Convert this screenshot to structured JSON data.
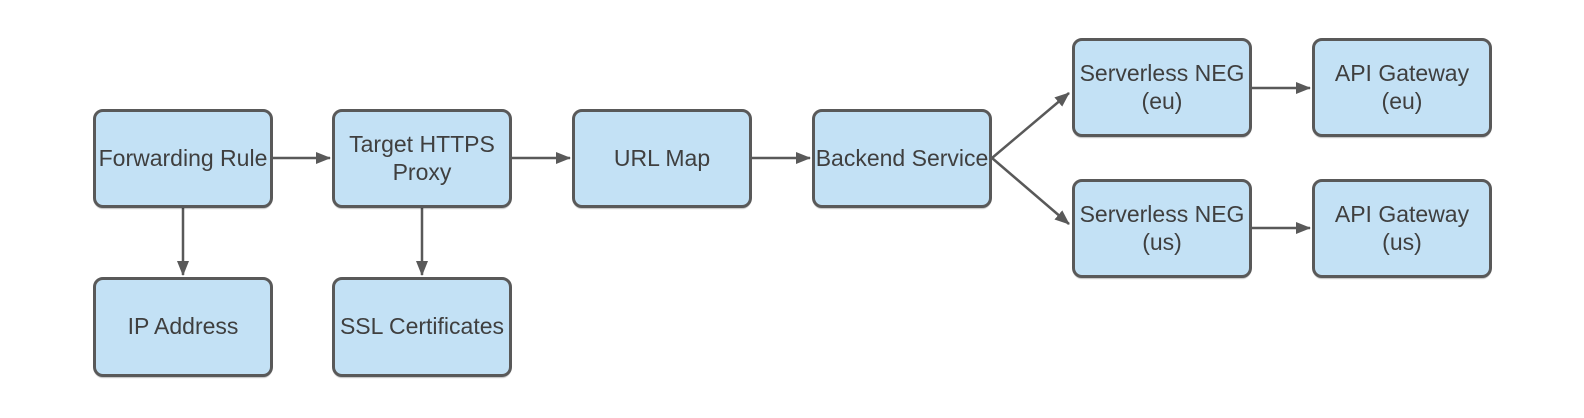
{
  "diagram": {
    "type": "flowchart",
    "colors": {
      "node_fill": "#c3e1f5",
      "node_border": "#595959",
      "arrow": "#595959",
      "label_text": "#3f3f3f",
      "background": "#ffffff"
    },
    "nodes": {
      "forwarding_rule": {
        "label": "Forwarding Rule"
      },
      "target_https_proxy": {
        "label": "Target HTTPS\nProxy"
      },
      "url_map": {
        "label": "URL Map"
      },
      "backend_service": {
        "label": "Backend Service"
      },
      "serverless_neg_eu": {
        "label": "Serverless NEG\n(eu)"
      },
      "api_gateway_eu": {
        "label": "API Gateway\n(eu)"
      },
      "serverless_neg_us": {
        "label": "Serverless NEG\n(us)"
      },
      "api_gateway_us": {
        "label": "API Gateway\n(us)"
      },
      "ip_address": {
        "label": "IP Address"
      },
      "ssl_certificates": {
        "label": "SSL Certificates"
      }
    },
    "edges": [
      {
        "from": "forwarding_rule",
        "to": "target_https_proxy"
      },
      {
        "from": "target_https_proxy",
        "to": "url_map"
      },
      {
        "from": "url_map",
        "to": "backend_service"
      },
      {
        "from": "backend_service",
        "to": "serverless_neg_eu"
      },
      {
        "from": "backend_service",
        "to": "serverless_neg_us"
      },
      {
        "from": "serverless_neg_eu",
        "to": "api_gateway_eu"
      },
      {
        "from": "serverless_neg_us",
        "to": "api_gateway_us"
      },
      {
        "from": "forwarding_rule",
        "to": "ip_address"
      },
      {
        "from": "target_https_proxy",
        "to": "ssl_certificates"
      }
    ]
  }
}
